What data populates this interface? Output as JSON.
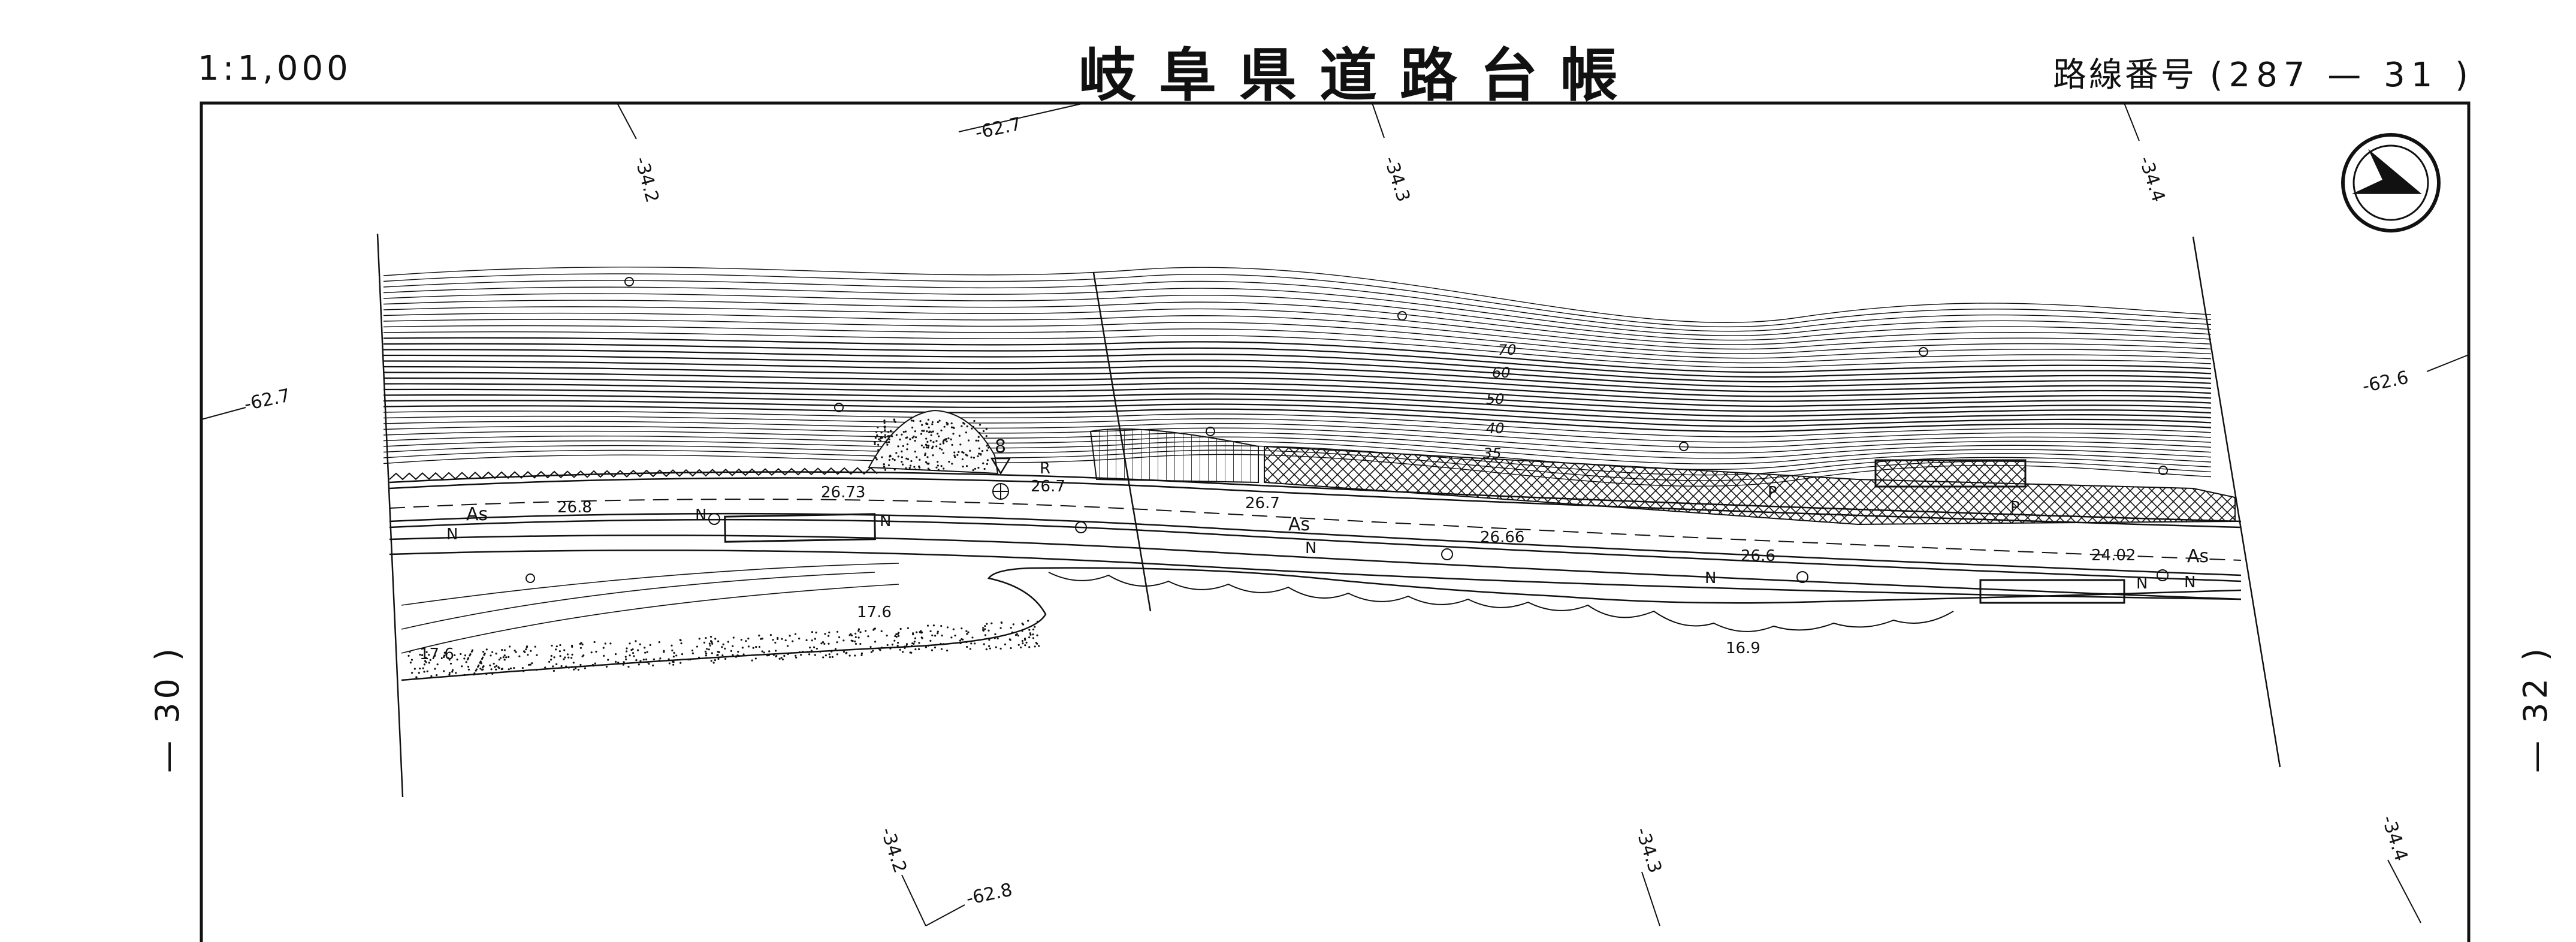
{
  "header": {
    "scale": "1:1,000",
    "title": "岐阜県道路台帳",
    "route_label": "路線番号",
    "route_number": "(287 — 31 )"
  },
  "side_labels": {
    "left": "— 30 )",
    "right": "— 32 )"
  },
  "grid_labels": {
    "top": [
      "-34.2",
      "-62.7",
      "-34.3",
      "-34.4"
    ],
    "left": "-62.7",
    "right": "-62.6",
    "bottom": [
      "-34.2",
      "-62.8",
      "-34.3",
      "-34.4"
    ]
  },
  "map": {
    "road_surface": [
      "As",
      "As",
      "As"
    ],
    "road_elevations": [
      "26.8",
      "26.73",
      "26.7",
      "26.7",
      "26.66",
      "26.6",
      "24.02"
    ],
    "ground_elevations": [
      "17.6",
      "17.6",
      "16.9"
    ],
    "contour_labels": [
      "70",
      "60",
      "50",
      "40",
      "35"
    ],
    "benchmark": "8",
    "symbols": [
      "N",
      "N",
      "N",
      "N",
      "N",
      "N",
      "N",
      "R",
      "P",
      "P"
    ],
    "colors": {
      "ink": "#111111",
      "paper": "#ffffff"
    },
    "north_arrow": "north-arrow-icon"
  }
}
